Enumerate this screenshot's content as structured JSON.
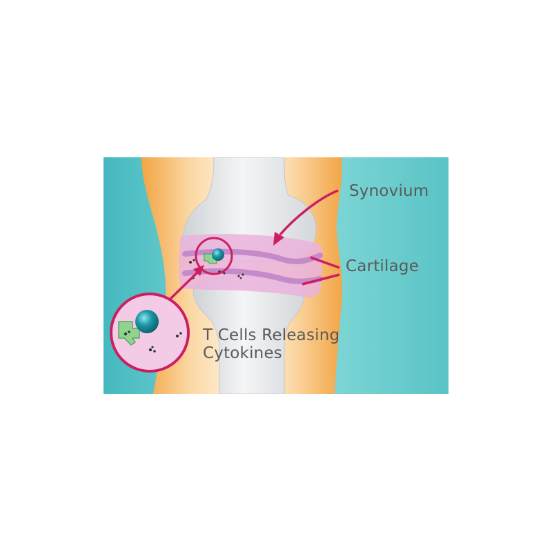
{
  "diagram": {
    "labels": {
      "synovium": "Synovium",
      "cartilage": "Cartilage",
      "tcells_line1": "T Cells Releasing",
      "tcells_line2": "Cytokines"
    },
    "colors": {
      "background_teal": "#5ec8c8",
      "skin_orange": "#f6b25c",
      "bone": "#e4e6e8",
      "synovium_pink": "#eab3dc",
      "cartilage_purple": "#c58ac9",
      "pointer_magenta": "#cc1f63",
      "t_cell_teal": "#1c97a6",
      "receptor_green": "#8fd48e",
      "label_gray": "#5a5a5a"
    },
    "icons": [
      "t-cell-icon",
      "cytokine-icon",
      "magnifier-circle-icon"
    ]
  }
}
